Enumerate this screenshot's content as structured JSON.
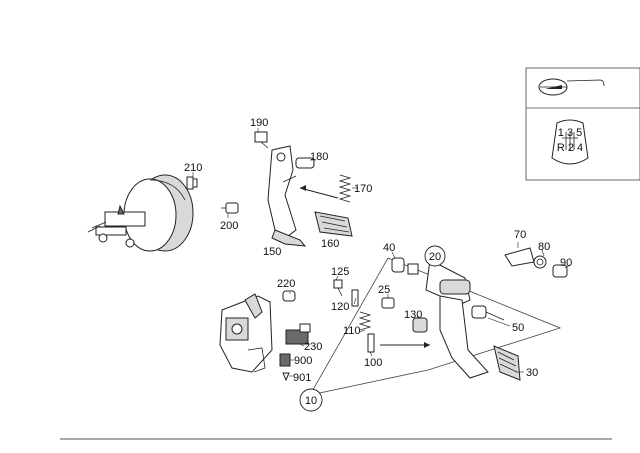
{
  "part_numbers": {
    "p10": "10",
    "p20": "20",
    "p25": "25",
    "p30": "30",
    "p40": "40",
    "p50": "50",
    "p70": "70",
    "p80": "80",
    "p90": "90",
    "p100": "100",
    "p110": "110",
    "p120": "120",
    "p125": "125",
    "p130": "130",
    "p150": "150",
    "p160": "160",
    "p170": "170",
    "p180": "180",
    "p190": "190",
    "p200": "200",
    "p210": "210",
    "p220": "220",
    "p230": "230",
    "p900": "900",
    "p901": "901"
  },
  "inset": {
    "gear_pattern_top": "1 3 5",
    "gear_pattern_bottom": "R 2 4"
  }
}
